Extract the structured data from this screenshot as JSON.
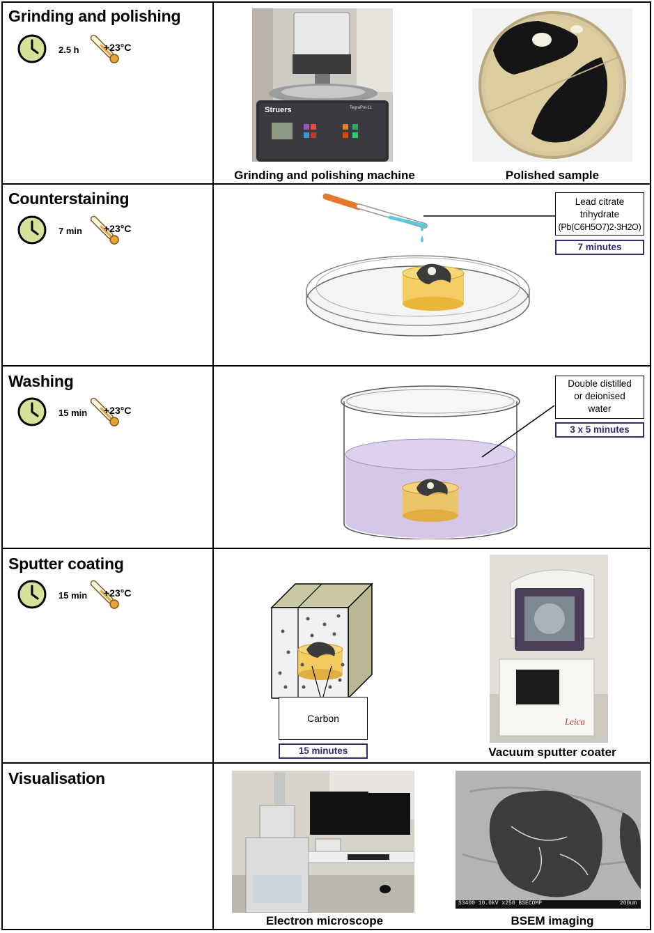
{
  "steps": [
    {
      "title": "Grinding and polishing",
      "duration": "2.5 h",
      "temperature": "+23°C"
    },
    {
      "title": "Counterstaining",
      "duration": "7 min",
      "temperature": "+23°C"
    },
    {
      "title": "Washing",
      "duration": "15 min",
      "temperature": "+23°C"
    },
    {
      "title": "Sputter coating",
      "duration": "15 min",
      "temperature": "+23°C"
    },
    {
      "title": "Visualisation"
    }
  ],
  "grinding": {
    "machine_caption": "Grinding and polishing machine",
    "sample_caption": "Polished sample",
    "brand": "Struers",
    "model": "TegraPol-11"
  },
  "counterstaining": {
    "reagent_line1": "Lead citrate",
    "reagent_line2": "trihydrate",
    "reagent_formula": "(Pb(C6H5O7)2·3H2O)",
    "time": "7 minutes"
  },
  "washing": {
    "reagent_line1": "Double distilled",
    "reagent_line2": "or deionised",
    "reagent_line3": "water",
    "time": "3 x 5 minutes"
  },
  "sputter": {
    "material": "Carbon",
    "time": "15 minutes",
    "coater_caption": "Vacuum sputter coater",
    "brand": "Leica"
  },
  "visualisation": {
    "microscope_caption": "Electron microscope",
    "bsem_caption": "BSEM imaging",
    "sem_info": "S3400 10.0kV x250 BSECOMP",
    "scale": "200um"
  },
  "colors": {
    "clock_face": "#d4e29a",
    "sample_yellow": "#f2c44a",
    "stain_blue": "#5cc8d8",
    "water_purple": "#cfc0e4",
    "time_text": "#2e2a6e"
  }
}
